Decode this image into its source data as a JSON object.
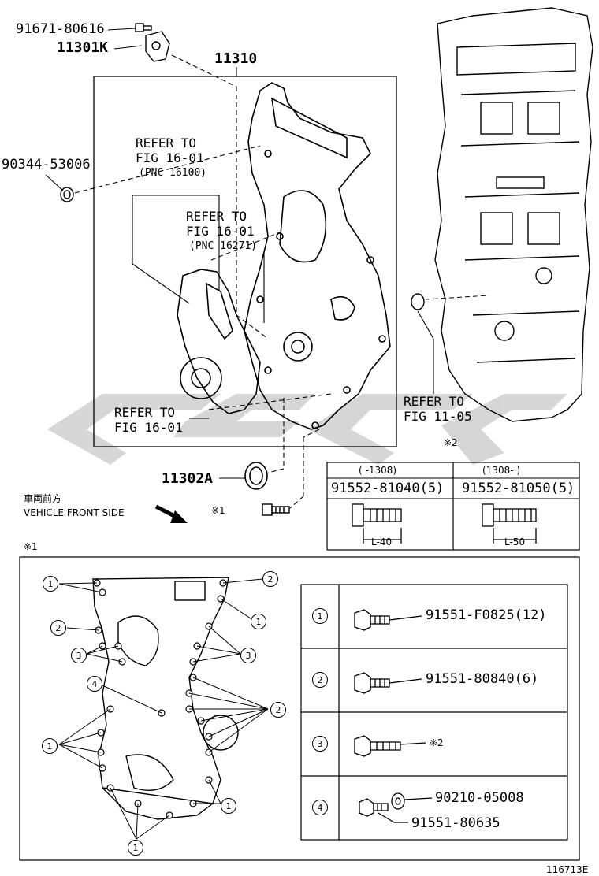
{
  "parts": {
    "bolt_top": "91671-80616",
    "sensor": "11301K",
    "cover": "11310",
    "plug": "90344-53006",
    "seal": "11302A",
    "bolt_a": "91552-81040(5)",
    "bolt_b": "91552-81050(5)"
  },
  "refs": {
    "r1": [
      "REFER TO",
      "FIG 16-01",
      "(PNC 16100)"
    ],
    "r2": [
      "REFER TO",
      "FIG 16-01",
      "(PNC 16271)"
    ],
    "r3": [
      "REFER TO",
      "FIG 16-01"
    ],
    "r4": [
      "REFER TO",
      "FIG 11-05"
    ]
  },
  "orientation": {
    "jp": "車両前方",
    "en": "VEHICLE FRONT SIDE"
  },
  "marks": {
    "note1": "※1",
    "note2": "※2"
  },
  "table2": {
    "col_a_range": "(    -1308)",
    "col_b_range": "(1308-    )",
    "len_a": "L-40",
    "len_b": "L-50"
  },
  "legend": [
    {
      "num": "1",
      "part": "91551-F0825(12)"
    },
    {
      "num": "2",
      "part": "91551-80840(6)"
    },
    {
      "num": "3",
      "part": "※2"
    },
    {
      "num": "4",
      "part_a": "90210-05008",
      "part_b": "91551-80635"
    }
  ],
  "callouts": {
    "one": "1",
    "two": "2",
    "three": "3",
    "four": "4"
  },
  "figure_id": "116713E"
}
